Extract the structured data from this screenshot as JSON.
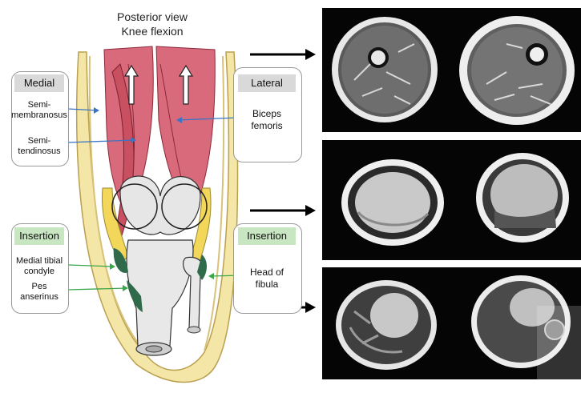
{
  "title": {
    "line1": "Posterior view",
    "line2": "Knee flexion"
  },
  "left_panels": {
    "medial": {
      "header": "Medial",
      "labels": [
        "Semi-\nmembranosus",
        "Semi-\ntendinosus"
      ]
    },
    "insertion_left": {
      "header": "Insertion",
      "labels": [
        "Medial tibial\ncondyle",
        "Pes\nanserinus"
      ]
    }
  },
  "right_panels": {
    "lateral": {
      "header": "Lateral",
      "labels": [
        "Biceps\nfemoris"
      ]
    },
    "insertion_right": {
      "header": "Insertion",
      "labels": [
        "Head of\nfibula"
      ]
    }
  },
  "colors": {
    "blue_arrow": "#3a74c4",
    "green_arrow": "#3aa64a",
    "muscle": "#d96a7b",
    "fat": "#f3e6a6"
  },
  "mri_rows": [
    {
      "name": "thigh-row"
    },
    {
      "name": "knee-joint-row"
    },
    {
      "name": "lower-leg-row"
    }
  ]
}
